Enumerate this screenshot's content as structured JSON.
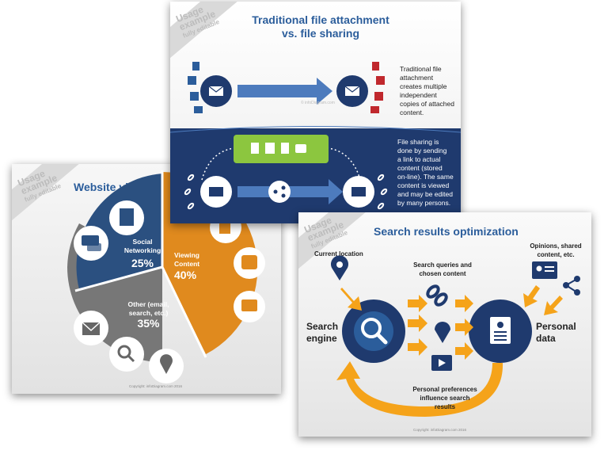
{
  "slide_back_left": {
    "badge": {
      "line1": "Usage",
      "line2": "example",
      "line3": "fully editable"
    },
    "title": "Website views statist",
    "segments": [
      {
        "label": "Social Networking",
        "value": "25%"
      },
      {
        "label": "Viewing Content",
        "value": "40%"
      },
      {
        "label": "Other (email, search, etc.)",
        "value": "35%"
      }
    ],
    "copyright": "Copyright: infoDiagram.com 2016",
    "colors": {
      "social": "#2b5080",
      "content": "#e08a1e",
      "other": "#777777"
    }
  },
  "slide_top": {
    "badge": {
      "line1": "Usage",
      "line2": "example",
      "line3": "fully editable"
    },
    "title_line1": "Traditional file attachment",
    "title_line2": "vs. file sharing",
    "top_description": [
      "Traditional file",
      "attachment",
      "creates multiple",
      "independent",
      "copies of attached",
      "content."
    ],
    "bottom_description": [
      "File sharing is",
      "done by sending",
      "a link to actual",
      "content (stored",
      "on-line). The same",
      "content is viewed",
      "and may be edited",
      "by many persons."
    ],
    "watermark": "© infoDiagram.com",
    "colors": {
      "navy": "#1f3a6e",
      "green": "#8cc63f",
      "red": "#c0282d"
    }
  },
  "slide_right": {
    "badge": {
      "line1": "Usage",
      "line2": "example",
      "line3": "fully editable"
    },
    "title": "Search results optimization",
    "labels": {
      "current_location": "Current location",
      "search_queries": [
        "Search queries and",
        "chosen content"
      ],
      "opinions": [
        "Opinions, shared",
        "content, etc."
      ],
      "search_engine": [
        "Search",
        "engine"
      ],
      "personal_data": [
        "Personal",
        "data"
      ],
      "preferences": [
        "Personal preferences",
        "influence search",
        "results"
      ]
    },
    "copyright": "Copyright: infoDiagram.com 2016",
    "colors": {
      "navy": "#1f3a6e",
      "orange": "#f5a31a"
    }
  }
}
